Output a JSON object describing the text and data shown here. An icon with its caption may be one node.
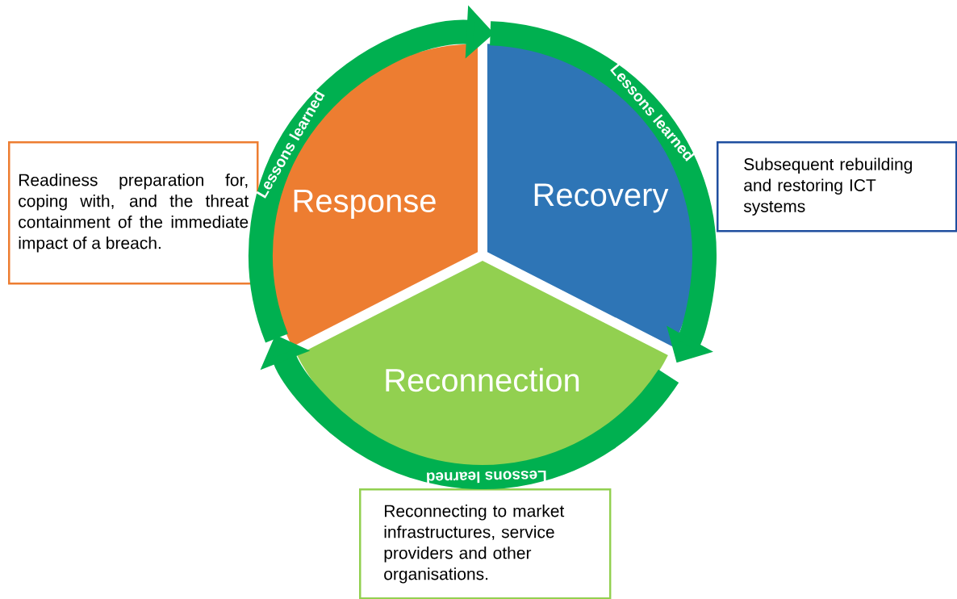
{
  "diagram": {
    "nodes": [
      {
        "text": [
          "Response"
        ]
      },
      {
        "text": [
          "Recovery"
        ]
      },
      {
        "text": [
          "Reconnection"
        ]
      },
      {
        "text": [
          "Readiness preparation for, coping with, and the threat containment of the immediate impact of a breach."
        ]
      },
      {
        "text": [
          "Subsequent rebuilding and restoring ICT systems"
        ]
      },
      {
        "text": [
          "Reconnecting to market infrastructures, service providers and other organisations."
        ]
      }
    ],
    "edges": [
      {
        "from": 0,
        "to": 1,
        "arrow": "to",
        "label": "Lessons learned"
      },
      {
        "from": 1,
        "to": 2,
        "arrow": "to",
        "label": "Lessons learned"
      },
      {
        "from": 2,
        "to": 0,
        "arrow": "to",
        "label": "Lessons learned"
      }
    ]
  }
}
